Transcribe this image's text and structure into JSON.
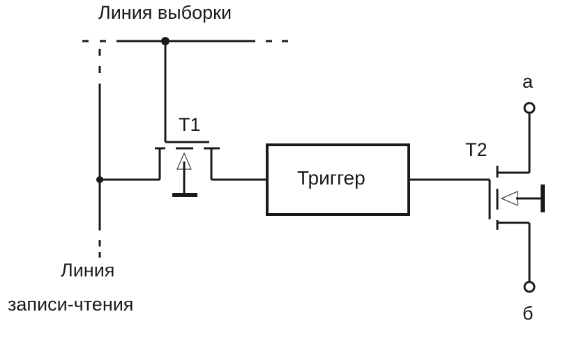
{
  "labels": {
    "select_line": "Линия выборки",
    "rw_line_1": "Линия",
    "rw_line_2": "записи-чтения",
    "t1": "T1",
    "t2": "T2",
    "trigger": "Триггер",
    "terminal_a": "а",
    "terminal_b": "б"
  }
}
